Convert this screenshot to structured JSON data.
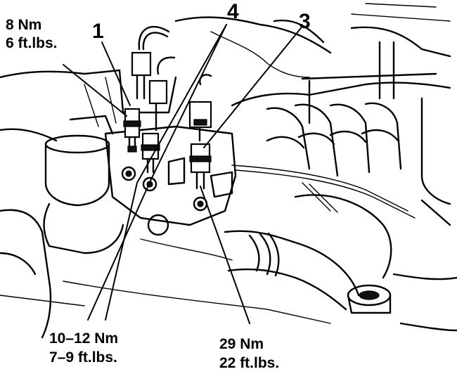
{
  "callouts": [
    {
      "number": "1",
      "torque_metric": "8 Nm",
      "torque_imperial": "6 ft.lbs."
    },
    {
      "number": "4",
      "torque_metric": "10–12 Nm",
      "torque_imperial": "7–9 ft.lbs."
    },
    {
      "number": "3",
      "torque_metric": "29 Nm",
      "torque_imperial": "22 ft.lbs."
    }
  ],
  "colors": {
    "ink": "#000000",
    "background": "#ffffff"
  }
}
